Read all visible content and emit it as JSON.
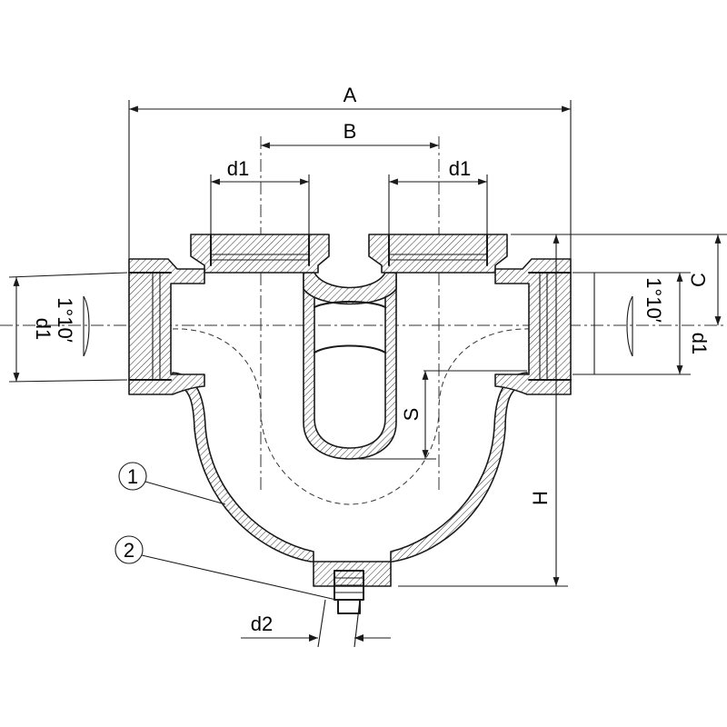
{
  "labels": {
    "A": "A",
    "B": "B",
    "C": "C",
    "S": "S",
    "H": "H",
    "d1_top_left": "d1",
    "d1_top_right": "d1",
    "d1_left": "d1",
    "d1_right": "d1",
    "angle_left": "1°10′",
    "angle_right": "1°10′",
    "d2": "d2",
    "callout_1": "1",
    "callout_2": "2"
  }
}
